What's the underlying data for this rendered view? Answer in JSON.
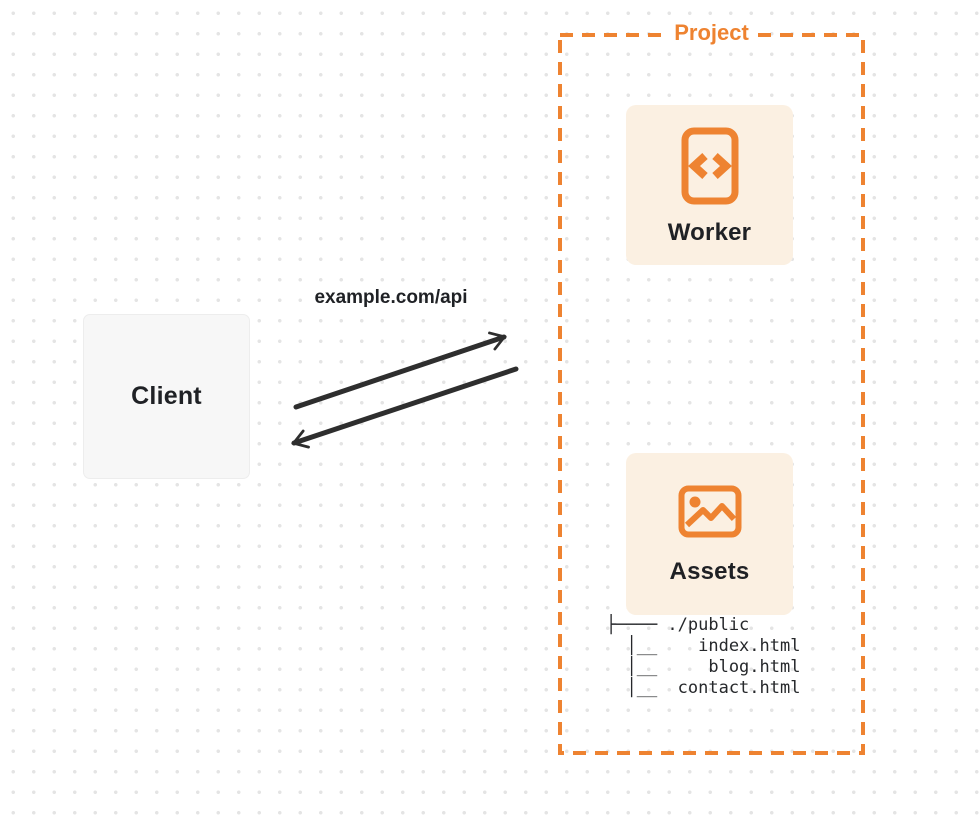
{
  "colors": {
    "accent": "#ee8331",
    "card-bg": "#fbf0e2",
    "client-bg": "#f7f7f7",
    "client-border": "#ededed",
    "text": "#1f2125",
    "arrow": "#2e2e2e",
    "dots": "#e4e4e4",
    "page-bg": "#ffffff"
  },
  "client": {
    "label": "Client"
  },
  "request": {
    "label": "example.com/api"
  },
  "project": {
    "label": "Project",
    "worker": {
      "label": "Worker",
      "icon": "code-document-icon"
    },
    "assets": {
      "label": "Assets",
      "icon": "image-icon"
    },
    "file_tree": [
      "├──── ./public",
      "  │__    index.html",
      "  │__     blog.html",
      "  │__  contact.html"
    ]
  }
}
